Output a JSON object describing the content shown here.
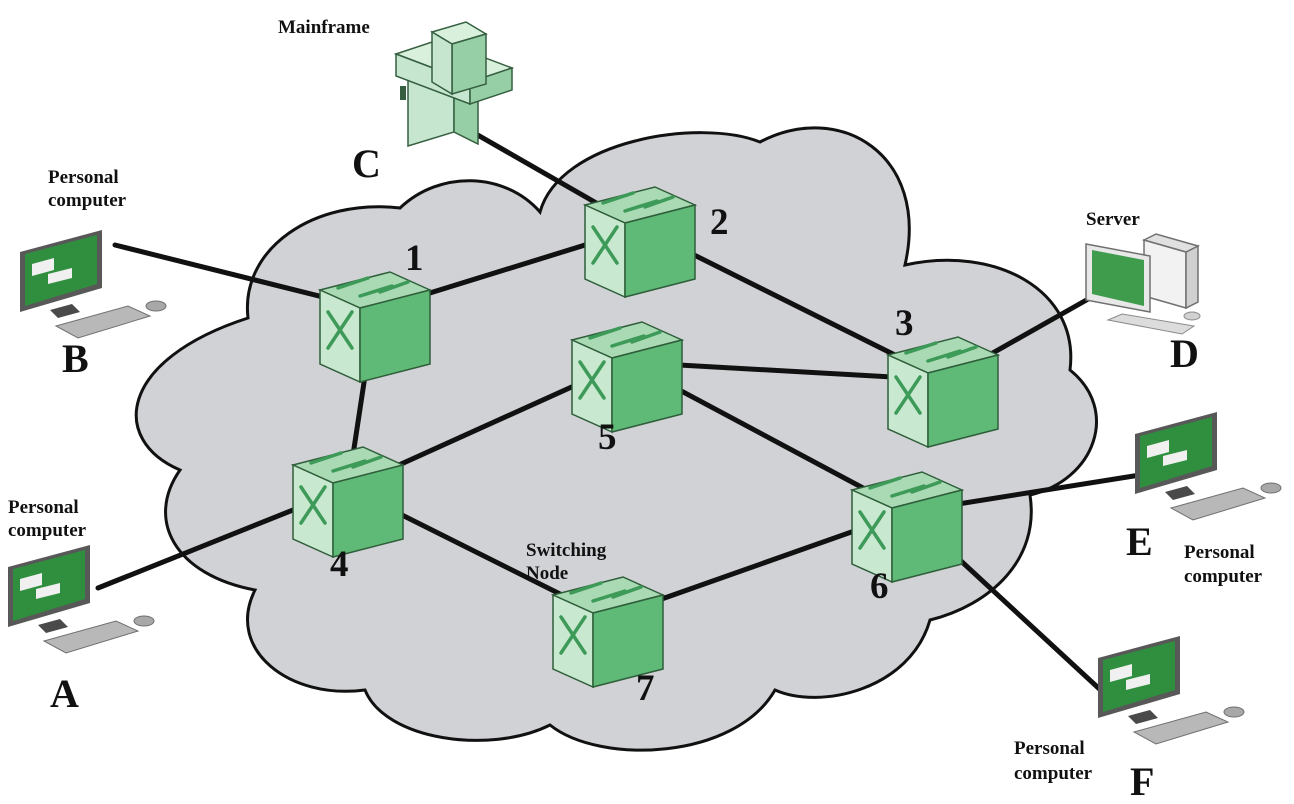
{
  "colors": {
    "cloud_fill": "#d1d2d6",
    "cloud_stroke": "#111111",
    "link": "#111111",
    "switch_front": "#c8e8cf",
    "switch_top": "#a9dab4",
    "switch_side": "#5fba77",
    "arrow": "#3d9a58",
    "screen": "#2f8f3e"
  },
  "labels": {
    "mainframe": "Mainframe",
    "server": "Server",
    "personal_computer_line1": "Personal",
    "personal_computer_line2": "computer",
    "switching_node_line1": "Switching",
    "switching_node_line2": "Node"
  },
  "stations": [
    {
      "id": "A",
      "letter": "A",
      "kind": "personal-computer"
    },
    {
      "id": "B",
      "letter": "B",
      "kind": "personal-computer"
    },
    {
      "id": "C",
      "letter": "C",
      "kind": "mainframe"
    },
    {
      "id": "D",
      "letter": "D",
      "kind": "server"
    },
    {
      "id": "E",
      "letter": "E",
      "kind": "personal-computer"
    },
    {
      "id": "F",
      "letter": "F",
      "kind": "personal-computer"
    }
  ],
  "nodes": [
    {
      "id": "1",
      "number": "1"
    },
    {
      "id": "2",
      "number": "2"
    },
    {
      "id": "3",
      "number": "3"
    },
    {
      "id": "4",
      "number": "4"
    },
    {
      "id": "5",
      "number": "5"
    },
    {
      "id": "6",
      "number": "6"
    },
    {
      "id": "7",
      "number": "7"
    }
  ],
  "links": [
    [
      "1",
      "2"
    ],
    [
      "2",
      "3"
    ],
    [
      "1",
      "4"
    ],
    [
      "4",
      "5"
    ],
    [
      "5",
      "3"
    ],
    [
      "5",
      "6"
    ],
    [
      "4",
      "7"
    ],
    [
      "7",
      "6"
    ],
    [
      "B",
      "1"
    ],
    [
      "C",
      "2"
    ],
    [
      "D",
      "3"
    ],
    [
      "A",
      "4"
    ],
    [
      "E",
      "6"
    ],
    [
      "F",
      "6"
    ]
  ]
}
